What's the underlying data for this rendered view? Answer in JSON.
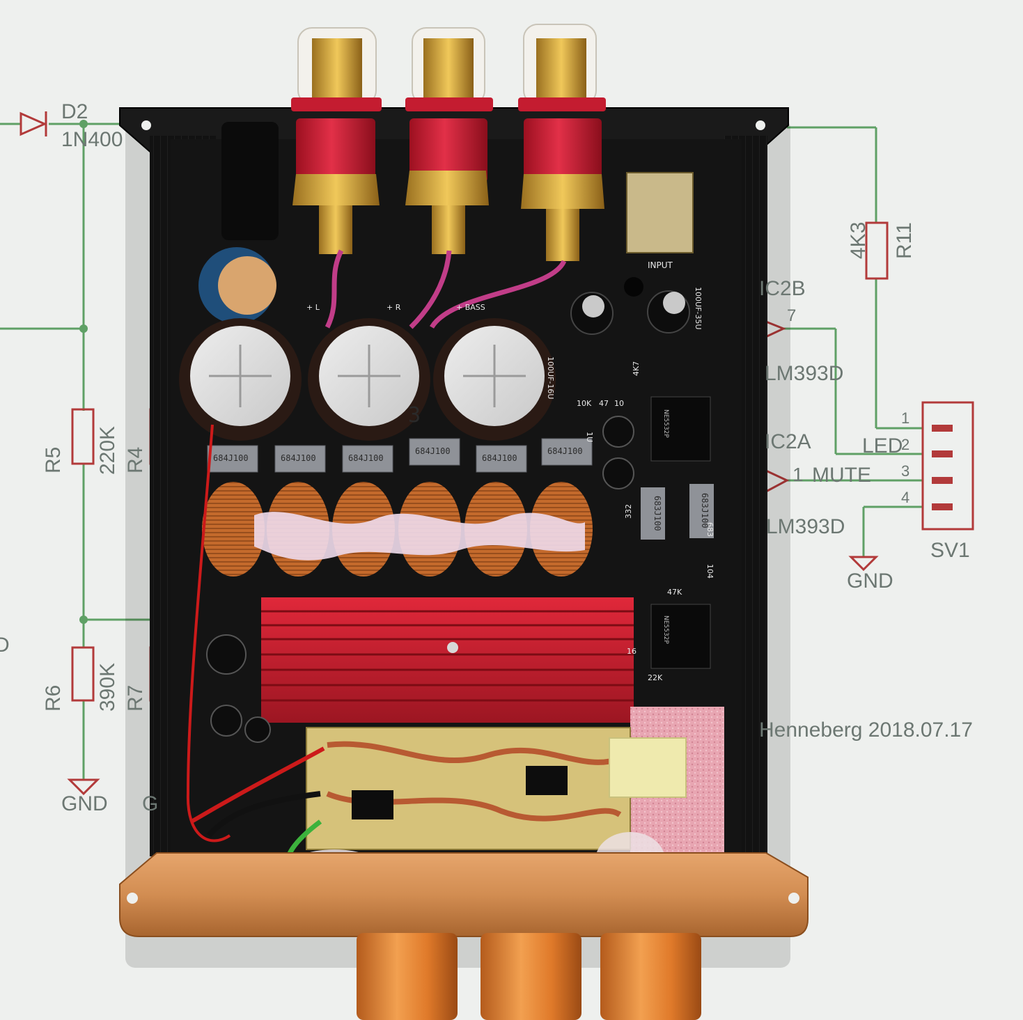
{
  "schematic": {
    "left": {
      "diode_ref": "D2",
      "diode_value": "1N400",
      "r5_ref": "R5",
      "r5_value": "220K",
      "r4_ref": "R4",
      "r6_ref": "R6",
      "r6_value": "390K",
      "r7_ref": "R7",
      "gnd_left": "GND",
      "gnd_left_partial": "G",
      "edge_partial": "D"
    },
    "right": {
      "r11_value": "4K3",
      "r11_ref": "R11",
      "ic2b_ref": "IC2B",
      "ic2b_pin": "7",
      "ic2b_part": "LM393D",
      "ic2a_ref": "IC2A",
      "ic2a_pin": "1",
      "ic2a_part": "LM393D",
      "led_label": "LED",
      "mute_label": "MUTE",
      "conn_pin1": "1",
      "conn_pin2": "2",
      "conn_pin3": "3",
      "conn_pin4": "4",
      "conn_ref": "SV1",
      "gnd_right": "GND",
      "signature": "Henneberg 2018.07.17"
    }
  },
  "pcb": {
    "input_label": "INPUT",
    "polarity_l": "+ L",
    "polarity_r": "+ R",
    "polarity_bass": "+ BASS",
    "cap_small_1": "100UF-16U",
    "cap_small_2": "100UF-35U",
    "film_cap_value": "684J100",
    "film_cap_value_2": "683J100",
    "silk_10k": "10K",
    "silk_47": "47",
    "silk_10": "10",
    "silk_4k7": "4K7",
    "silk_47k": "47K",
    "silk_332": "332",
    "silk_683": "683",
    "silk_104": "104",
    "silk_1u": "1U",
    "silk_16": "16",
    "silk_22k": "22K",
    "ic_marking": "NE5532P",
    "cap_marking_3": "3"
  },
  "colors": {
    "paper": "#eef0ee",
    "schematic_ink": "#6c7772",
    "wire_green": "#5fa065",
    "component_red": "#b23a3a",
    "pcb_black": "#141414",
    "heatsink_red": "#c4202c",
    "copper": "#c46a2c",
    "knob_orange": "#e58a3a",
    "gold_plate": "#d28d52"
  },
  "icons": [
    "diode-symbol",
    "resistor-symbol",
    "ground-symbol",
    "comparator-symbol",
    "connector-symbol"
  ]
}
